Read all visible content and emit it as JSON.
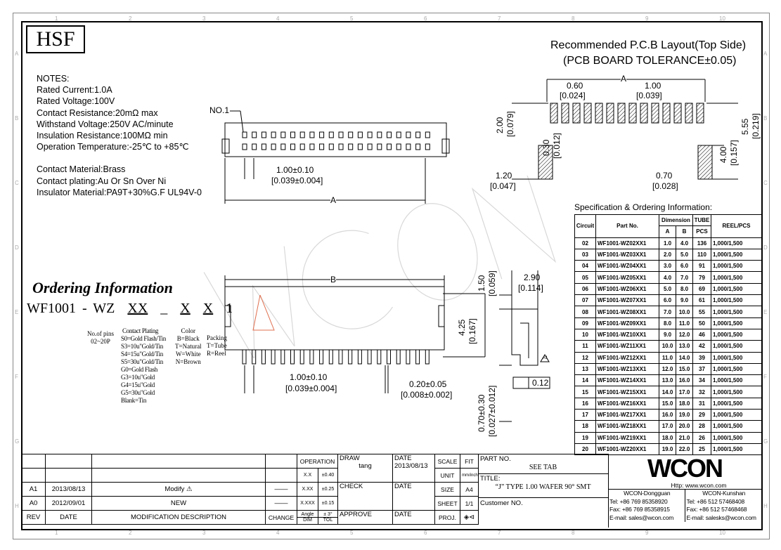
{
  "logo": "HSF",
  "zones": {
    "columns": [
      "1",
      "2",
      "3",
      "4",
      "5",
      "6",
      "7",
      "8",
      "9",
      "10"
    ],
    "rows": [
      "A",
      "B",
      "C",
      "D",
      "E",
      "F",
      "G",
      "H"
    ]
  },
  "notes": {
    "heading": "NOTES:",
    "lines": [
      "Rated Current:1.0A",
      "Rated Voltage:100V",
      "Contact Resistance:20mΩ max",
      "Withstand Voltage:250V AC/minute",
      "Insulation Resistance:100MΩ min",
      "Operation Temperature:-25℃ to +85℃"
    ],
    "materials": [
      "Contact Material:Brass",
      "Contact plating:Au Or Sn Over Ni",
      "Insulator Material:PA9T+30%G.F UL94V-0"
    ]
  },
  "top_view": {
    "pin1": "NO.1",
    "pitch": "1.00±0.10",
    "pitch_in": "[0.039±0.004]",
    "dim_a": "A"
  },
  "front_view": {
    "dim_b": "B",
    "height": "4.25",
    "height_in": "[0.167]",
    "pitch": "1.00±0.10",
    "pitch_in": "[0.039±0.004]",
    "pin_w": "0.20±0.05",
    "pin_w_in": "[0.008±0.002]"
  },
  "side_view": {
    "d1": "1.50",
    "d1_in": "[0.059]",
    "d2": "2.90",
    "d2_in": "[0.114]",
    "flatness": "0.12",
    "d3": "0.70±0.30",
    "d3_in": "[0.027±0.012]",
    "rev_mark": "A1"
  },
  "pcb": {
    "title": "Recommended P.C.B Layout(Top Side)",
    "subtitle": "(PCB BOARD TOLERANCE±0.05)",
    "dim_a": "A",
    "d060": "0.60",
    "d060_in": "[0.024]",
    "d100": "1.00",
    "d100_in": "[0.039]",
    "d200": "2.00",
    "d200_in": "[0.079]",
    "d030": "0.30",
    "d030_in": "[0.012]",
    "d400": "4.00",
    "d400_in": "[0.157]",
    "d555": "5.55",
    "d555_in": "[0.219]",
    "d120": "1.20",
    "d120_in": "[0.047]",
    "d070": "0.70",
    "d070_in": "[0.028]"
  },
  "ordering": {
    "title": "Ordering Information",
    "code": [
      "WF1001 - WZ",
      "XX",
      "_",
      "X",
      "X",
      "1"
    ],
    "pins": {
      "label": "No.of pins",
      "value": "02~20P"
    },
    "plating": {
      "label": "Contact Plating",
      "options": [
        "S0=Gold Flash/Tin",
        "S3=10u\"Gold/Tin",
        "S4=15u\"Gold/Tin",
        "S5=30u\"Gold/Tin",
        "G0=Gold Flash",
        "G3=10u\"Gold",
        "G4=15u\"Gold",
        "G5=30u\"Gold",
        "Blank=Tin"
      ]
    },
    "color": {
      "label": "Color",
      "options": [
        "B=Black",
        "T=Natural",
        "W=White",
        "N=Brown"
      ]
    },
    "packing": {
      "label": "Packing",
      "options": [
        "T=Tube",
        "R=Reel"
      ]
    }
  },
  "spec": {
    "title": "Specification & Ordering Information:",
    "headers": {
      "circuit": "Circuit",
      "part": "Part No.",
      "dimension": "Dimension",
      "a": "A",
      "b": "B",
      "tube": "TUBE",
      "pcs": "PCS",
      "reel": "REEL/PCS"
    },
    "rows": [
      [
        "02",
        "WF1001-WZ02XX1",
        "1.0",
        "4.0",
        "136",
        "1,000/1,500"
      ],
      [
        "03",
        "WF1001-WZ03XX1",
        "2.0",
        "5.0",
        "110",
        "1,000/1,500"
      ],
      [
        "04",
        "WF1001-WZ04XX1",
        "3.0",
        "6.0",
        "91",
        "1,000/1,500"
      ],
      [
        "05",
        "WF1001-WZ05XX1",
        "4.0",
        "7.0",
        "79",
        "1,000/1,500"
      ],
      [
        "06",
        "WF1001-WZ06XX1",
        "5.0",
        "8.0",
        "69",
        "1,000/1,500"
      ],
      [
        "07",
        "WF1001-WZ07XX1",
        "6.0",
        "9.0",
        "61",
        "1,000/1,500"
      ],
      [
        "08",
        "WF1001-WZ08XX1",
        "7.0",
        "10.0",
        "55",
        "1,000/1,500"
      ],
      [
        "09",
        "WF1001-WZ09XX1",
        "8.0",
        "11.0",
        "50",
        "1,000/1,500"
      ],
      [
        "10",
        "WF1001-WZ10XX1",
        "9.0",
        "12.0",
        "46",
        "1,000/1,500"
      ],
      [
        "11",
        "WF1001-WZ11XX1",
        "10.0",
        "13.0",
        "42",
        "1,000/1,500"
      ],
      [
        "12",
        "WF1001-WZ12XX1",
        "11.0",
        "14.0",
        "39",
        "1,000/1,500"
      ],
      [
        "13",
        "WF1001-WZ13XX1",
        "12.0",
        "15.0",
        "37",
        "1,000/1,500"
      ],
      [
        "14",
        "WF1001-WZ14XX1",
        "13.0",
        "16.0",
        "34",
        "1,000/1,500"
      ],
      [
        "15",
        "WF1001-WZ15XX1",
        "14.0",
        "17.0",
        "32",
        "1,000/1,500"
      ],
      [
        "16",
        "WF1001-WZ16XX1",
        "15.0",
        "18.0",
        "31",
        "1,000/1,500"
      ],
      [
        "17",
        "WF1001-WZ17XX1",
        "16.0",
        "19.0",
        "29",
        "1,000/1,500"
      ],
      [
        "18",
        "WF1001-WZ18XX1",
        "17.0",
        "20.0",
        "28",
        "1,000/1,500"
      ],
      [
        "19",
        "WF1001-WZ19XX1",
        "18.0",
        "21.0",
        "26",
        "1,000/1,500"
      ],
      [
        "20",
        "WF1001-WZ20XX1",
        "19.0",
        "22.0",
        "25",
        "1,000/1,500"
      ]
    ]
  },
  "title_block": {
    "revisions": [
      {
        "rev": "A1",
        "date": "2013/08/13",
        "desc": "Modify",
        "change": "——"
      },
      {
        "rev": "A0",
        "date": "2012/09/01",
        "desc": "NEW",
        "change": "——"
      }
    ],
    "headers": {
      "rev": "REV",
      "date": "DATE",
      "desc": "MODIFICATION DESCRIPTION",
      "change": "CHANGE"
    },
    "operation": "OPERATION",
    "tolerances": [
      [
        "X.X",
        "±0.40"
      ],
      [
        "X.XX",
        "±0.25"
      ],
      [
        "X.XXX",
        "±0.15"
      ],
      [
        "Angle",
        "± 3°"
      ],
      [
        "DIM",
        "TOL"
      ]
    ],
    "draw": "DRAW",
    "drawer": "tang",
    "date_label": "DATE",
    "draw_date": "2013/08/13",
    "check": "CHECK",
    "approve": "APPROVE",
    "scale": "SCALE",
    "scale_val": "FIT",
    "unit": "UNIT",
    "unit_val": "mm/inch",
    "size": "SIZE",
    "size_val": "A4",
    "sheet": "SHEET",
    "sheet_val": "1/1",
    "proj": "PROJ.",
    "part_no_label": "PART NO.",
    "part_no": "SEE TAB",
    "title_label": "TITLE:",
    "title": "“J” TYPE 1.00 WAFER 90° SMT",
    "customer": "Customer NO."
  },
  "company": {
    "logo": "WCON",
    "url": "Http: www.wcon.com",
    "offices": [
      {
        "name": "WCON-Dongguan",
        "tel": "Tel: +86 769 85358920",
        "fax": "Fax: +86 769 85358915",
        "email": "E-mail: sales@wcon.com"
      },
      {
        "name": "WCON-Kunshan",
        "tel": "Tel: +86 512 57468408",
        "fax": "Fax: +86 512 57468468",
        "email": "E-mail: salesks@wcon.com"
      }
    ]
  }
}
